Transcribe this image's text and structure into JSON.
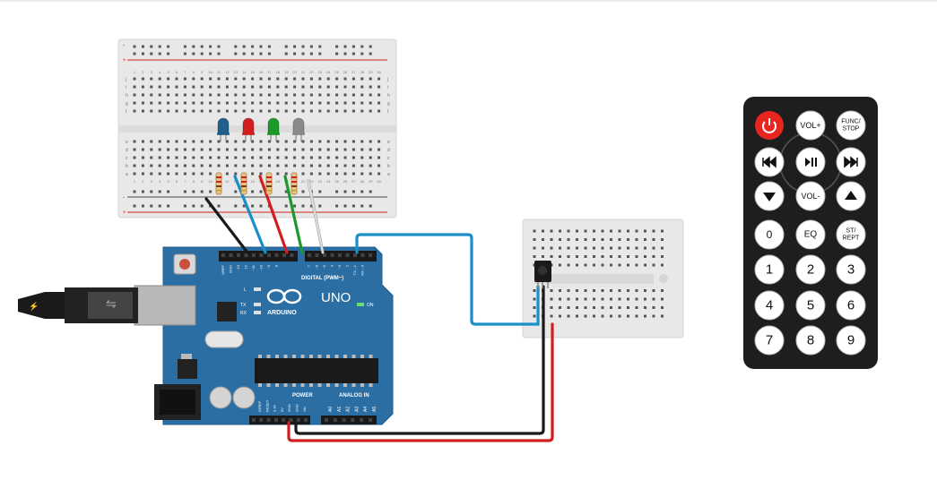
{
  "arduino": {
    "logo_text": "UNO",
    "brand_text": "ARDUINO",
    "digital_label": "DIGITAL (PWM~)",
    "power_label": "POWER",
    "analog_label": "ANALOG IN",
    "on_label": "ON",
    "led_l_label": "L",
    "tx_label": "TX",
    "rx_label": "RX",
    "digital_pins": [
      "AREF",
      "GND",
      "13",
      "12",
      "~11",
      "~10",
      "~9",
      "8",
      "7",
      "~6",
      "~5",
      "4",
      "~3",
      "2",
      "TX→1",
      "RX←0"
    ],
    "power_pins": [
      "IOREF",
      "RESET",
      "3.3V",
      "5V",
      "GND",
      "GND",
      "Vin"
    ],
    "analog_pins": [
      "A0",
      "A1",
      "A2",
      "A3",
      "A4",
      "A5"
    ]
  },
  "breadboard": {
    "column_numbers": [
      "1",
      "2",
      "3",
      "4",
      "5",
      "6",
      "7",
      "8",
      "9",
      "10",
      "11",
      "12",
      "13",
      "14",
      "15",
      "16",
      "17",
      "18",
      "19",
      "20",
      "21",
      "22",
      "23",
      "24",
      "25",
      "26",
      "27",
      "28",
      "29",
      "30"
    ],
    "row_letters_top": [
      "j",
      "i",
      "h",
      "g",
      "f"
    ],
    "row_letters_bottom": [
      "e",
      "d",
      "c",
      "b",
      "a"
    ],
    "rail_plus": "+",
    "rail_minus": "-"
  },
  "leds": [
    {
      "name": "blue",
      "color": "#1f5f8b"
    },
    {
      "name": "red",
      "color": "#d11f1f"
    },
    {
      "name": "green",
      "color": "#1a9a2a"
    },
    {
      "name": "gray",
      "color": "#8a8a8a"
    }
  ],
  "wires": {
    "gnd": "#1a1a1a",
    "blue": "#1a8fc9",
    "red": "#d11f1f",
    "green": "#1a9a2a",
    "white": "#f2f2f2",
    "ir_signal": "#1a8fc9",
    "ir_gnd": "#1a1a1a",
    "ir_vcc": "#d11f1f"
  },
  "remote": {
    "keys": [
      [
        "power",
        "VOL+",
        "FUNC/\nSTOP"
      ],
      [
        "prev",
        "play-pause",
        "next"
      ],
      [
        "down",
        "VOL-",
        "up"
      ],
      [
        "0",
        "EQ",
        "ST/\nREPT"
      ],
      [
        "1",
        "2",
        "3"
      ],
      [
        "4",
        "5",
        "6"
      ],
      [
        "7",
        "8",
        "9"
      ]
    ],
    "labels": {
      "vol_up": "VOL+",
      "func_stop_1": "FUNC/",
      "func_stop_2": "STOP",
      "vol_down": "VOL-",
      "zero": "0",
      "eq": "EQ",
      "st_1": "ST/",
      "st_2": "REPT",
      "one": "1",
      "two": "2",
      "three": "3",
      "four": "4",
      "five": "5",
      "six": "6",
      "seven": "7",
      "eight": "8",
      "nine": "9"
    },
    "colors": {
      "body": "#1e1e1e",
      "key": "#ffffff",
      "power_key": "#e8261f"
    }
  }
}
